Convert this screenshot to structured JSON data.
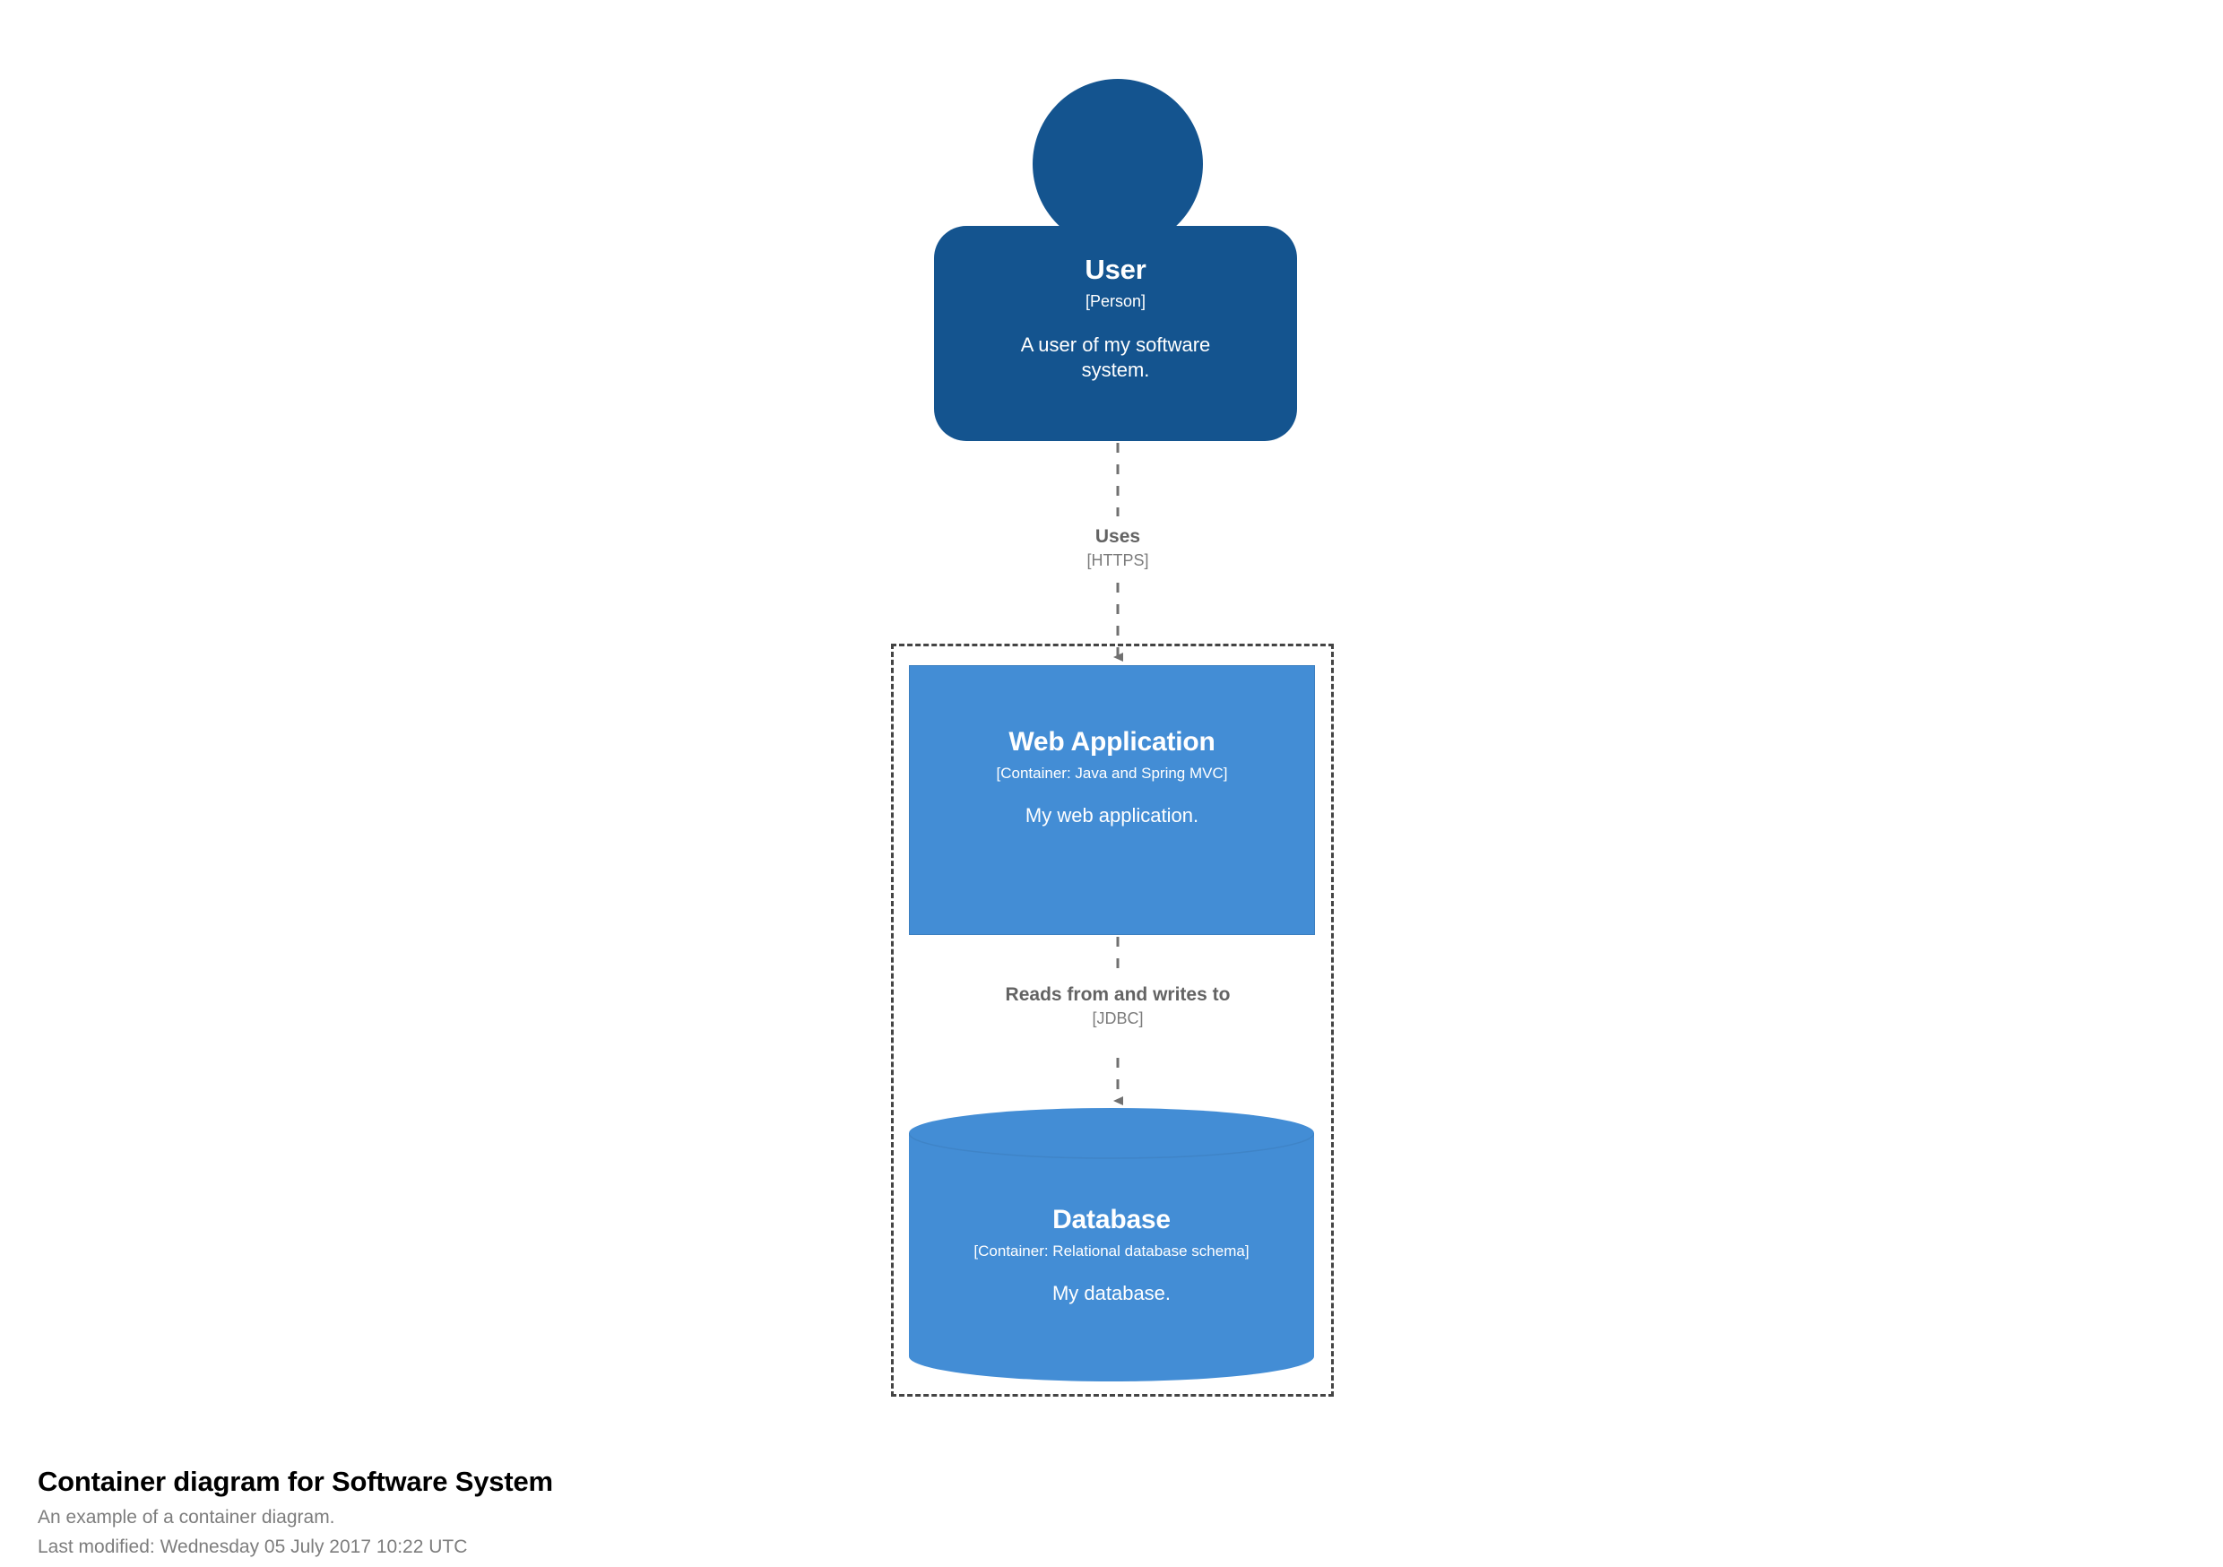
{
  "diagram": {
    "title": "Container diagram for Software System",
    "subtitle": "An example of a container diagram.",
    "last_modified": "Last modified: Wednesday 05 July 2017 10:22 UTC",
    "colors": {
      "person_fill": "#14548f",
      "container_fill": "#438dd5",
      "container_stroke": "#3c7fc0",
      "boundary_stroke": "#444444",
      "relationship_stroke": "#707070",
      "relationship_text": "#636363",
      "relationship_tech_text": "#7b7b7b",
      "background": "#ffffff",
      "node_text": "#ffffff"
    },
    "elements": [
      {
        "id": "user",
        "shape": "person",
        "name": "User",
        "type": "[Person]",
        "description": "A user of my software system."
      },
      {
        "id": "web-application",
        "shape": "box",
        "name": "Web Application",
        "type": "[Container: Java and Spring MVC]",
        "description": "My web application."
      },
      {
        "id": "database",
        "shape": "cylinder",
        "name": "Database",
        "type": "[Container: Relational database schema]",
        "description": "My database."
      }
    ],
    "boundary": {
      "style": "dashed",
      "label": ""
    },
    "relationships": [
      {
        "id": "uses",
        "source": "user",
        "destination": "web-application",
        "description": "Uses",
        "technology": "[HTTPS]",
        "style": "dashed-arrow"
      },
      {
        "id": "reads-writes",
        "source": "web-application",
        "destination": "database",
        "description": "Reads from and writes to",
        "technology": "[JDBC]",
        "style": "dashed-arrow"
      }
    ]
  }
}
